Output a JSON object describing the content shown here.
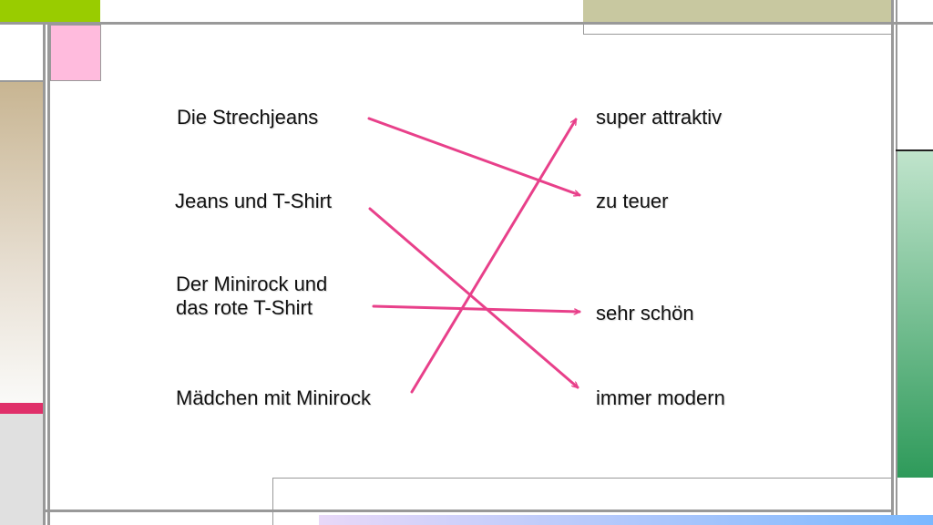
{
  "left_items": [
    {
      "id": "strechjeans",
      "lines": [
        "Die Strechjeans"
      ]
    },
    {
      "id": "jeans-tshirt",
      "lines": [
        "Jeans und T-Shirt"
      ]
    },
    {
      "id": "minirock-tshirt",
      "lines": [
        "Der Minirock und",
        "das rote T-Shirt"
      ]
    },
    {
      "id": "maedchen",
      "lines": [
        "Mädchen mit Minirock"
      ]
    }
  ],
  "right_items": [
    {
      "id": "super-attraktiv",
      "lines": [
        "super attraktiv"
      ]
    },
    {
      "id": "zu-teuer",
      "lines": [
        "zu teuer"
      ]
    },
    {
      "id": "sehr-schoen",
      "lines": [
        "sehr schön"
      ]
    },
    {
      "id": "immer-modern",
      "lines": [
        "immer modern"
      ]
    }
  ],
  "connections": [
    {
      "from": "strechjeans",
      "to": "zu-teuer"
    },
    {
      "from": "jeans-tshirt",
      "to": "immer-modern"
    },
    {
      "from": "minirock-tshirt",
      "to": "sehr-schoen"
    },
    {
      "from": "maedchen",
      "to": "super-attraktiv"
    }
  ],
  "colors": {
    "arrow": "#e8408a",
    "accent_green": "#99cc00",
    "accent_pink": "#ffbbdd",
    "accent_tan": "#c8c8a0",
    "frame_gray": "#999999"
  }
}
